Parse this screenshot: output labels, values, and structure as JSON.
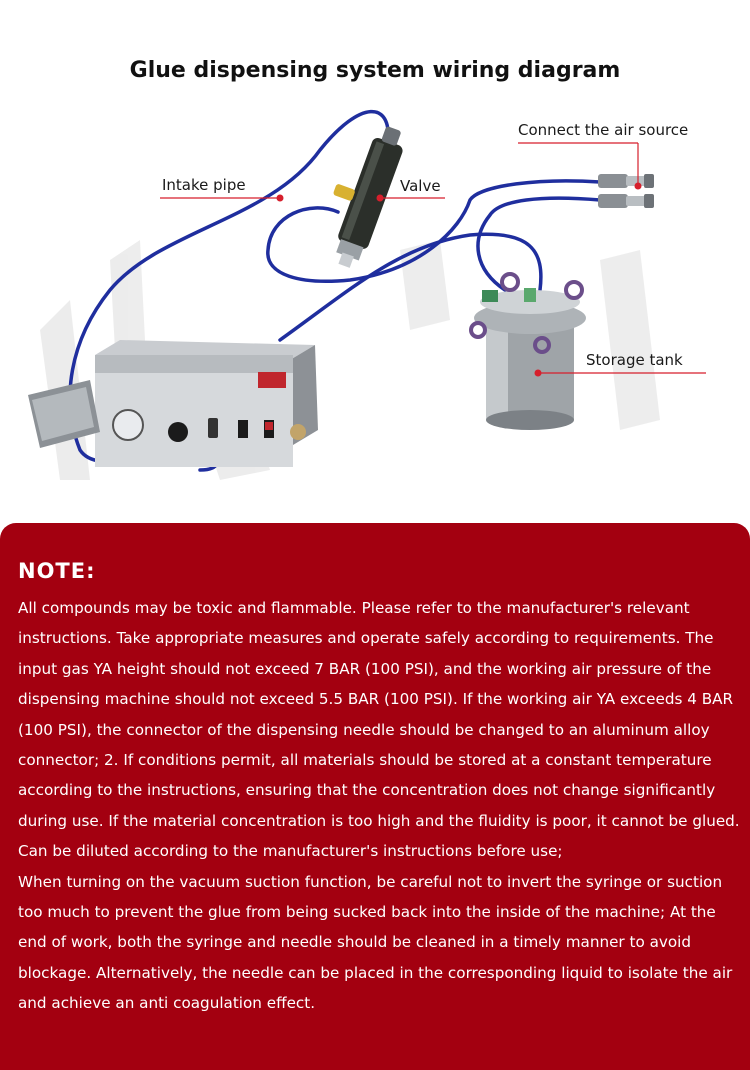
{
  "title": "Glue dispensing system wiring diagram",
  "labels": {
    "intake_pipe": "Intake pipe",
    "valve": "Valve",
    "air_source": "Connect the air source",
    "storage_tank": "Storage tank"
  },
  "colors": {
    "pipe": "#1f2e9e",
    "leader": "#d61f2c",
    "note_bg": "#a30010"
  },
  "note": {
    "heading": "NOTE:",
    "paragraphs": [
      "All compounds may be toxic and flammable. Please refer to the manufacturer's relevant instructions. Take appropriate measures and operate safely according to requirements. The input gas YA height should not exceed 7 BAR (100 PSI), and the working air pressure of the dispensing machine should not exceed 5.5 BAR (100 PSI). If the working air YA exceeds 4 BAR (100 PSI), the connector of the dispensing needle should be changed to an aluminum alloy connector; 2. If conditions permit, all materials should be stored at a constant temperature according to the instructions, ensuring that the concentration does not change significantly during use. If the material concentration is too high and the fluidity is poor, it cannot be glued. Can be diluted according to the manufacturer's instructions before use;",
      "When turning on the vacuum suction function, be careful not to invert the syringe or suction too much to prevent the glue from being sucked back into the inside of the machine; At the end of work, both the syringe and needle should be cleaned in a timely manner to avoid blockage. Alternatively, the needle can be placed in the corresponding liquid to isolate the air and achieve an anti coagulation effect."
    ]
  }
}
